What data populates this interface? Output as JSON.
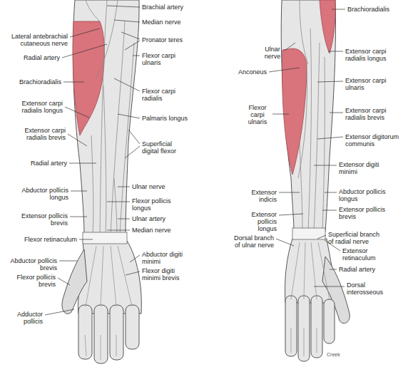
{
  "diagram": {
    "labels": [
      "Brachial artery",
      "Lateral antebrachial cutaneous nerve",
      "Median nerve",
      "Pronator teres",
      "Radial artery",
      "Flexor carpi ulnaris",
      "Brachioradialis",
      "Flexor carpi radialis",
      "Extensor carpi radialis longus",
      "Palmaris longus",
      "Extensor carpi radialis brevis",
      "Superficial digital flexor",
      "Radial artery",
      "Abductor pollicis longus",
      "Ulnar nerve",
      "Flexor pollicis longus",
      "Extensor pollicis brevis",
      "Ulnar artery",
      "Median nerve",
      "Flexor retinaculum",
      "Abductor pollicis brevis",
      "Abductor digiti minimi",
      "Flexor pollicis brevis",
      "Flexor digiti minimi brevis",
      "Adductor pollicis",
      "Brachioradialis",
      "Ulnar nerve",
      "Extensor carpi radialis longus",
      "Anconeus",
      "Extensor carpi ulnaris",
      "Flexor carpi ulnaris",
      "Extensor carpi radialis brevis",
      "Extensor digitorum communis",
      "Extensor digiti minimi",
      "Extensor indicis",
      "Abductor pollicis longus",
      "Extensor pollicis longus",
      "Extensor pollicis brevis",
      "Superficial branch of radial nerve",
      "Dorsal branch of ulnar nerve",
      "Extensor retinaculum",
      "Radial artery",
      "Dorsal interosseous",
      "Creek"
    ]
  }
}
